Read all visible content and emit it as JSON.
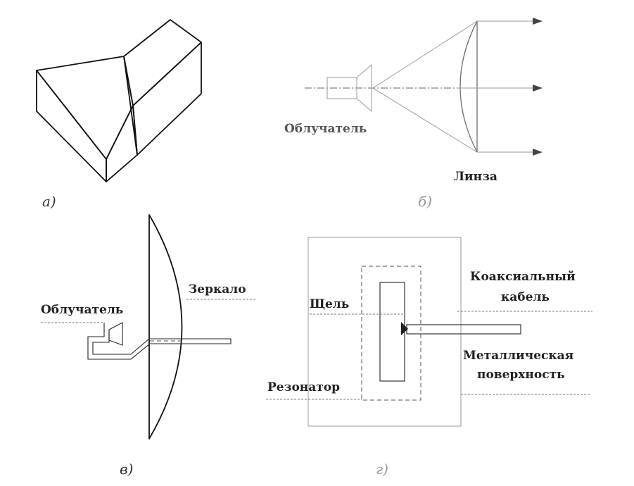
{
  "panels": {
    "a": {
      "caption": "а)"
    },
    "b": {
      "caption": "б)",
      "feed_label": "Облучатель",
      "lens_label": "Линза"
    },
    "v": {
      "caption": "в)",
      "mirror_label": "Зеркало",
      "feed_label": "Облучатель"
    },
    "g": {
      "caption": "г)",
      "coax_label_line1": "Коаксиальный",
      "coax_label_line2": "кабель",
      "slot_label": "Щель",
      "metal_label_line1": "Металлическая",
      "metal_label_line2": "поверхность",
      "resonator_label": "Резонатор"
    }
  }
}
